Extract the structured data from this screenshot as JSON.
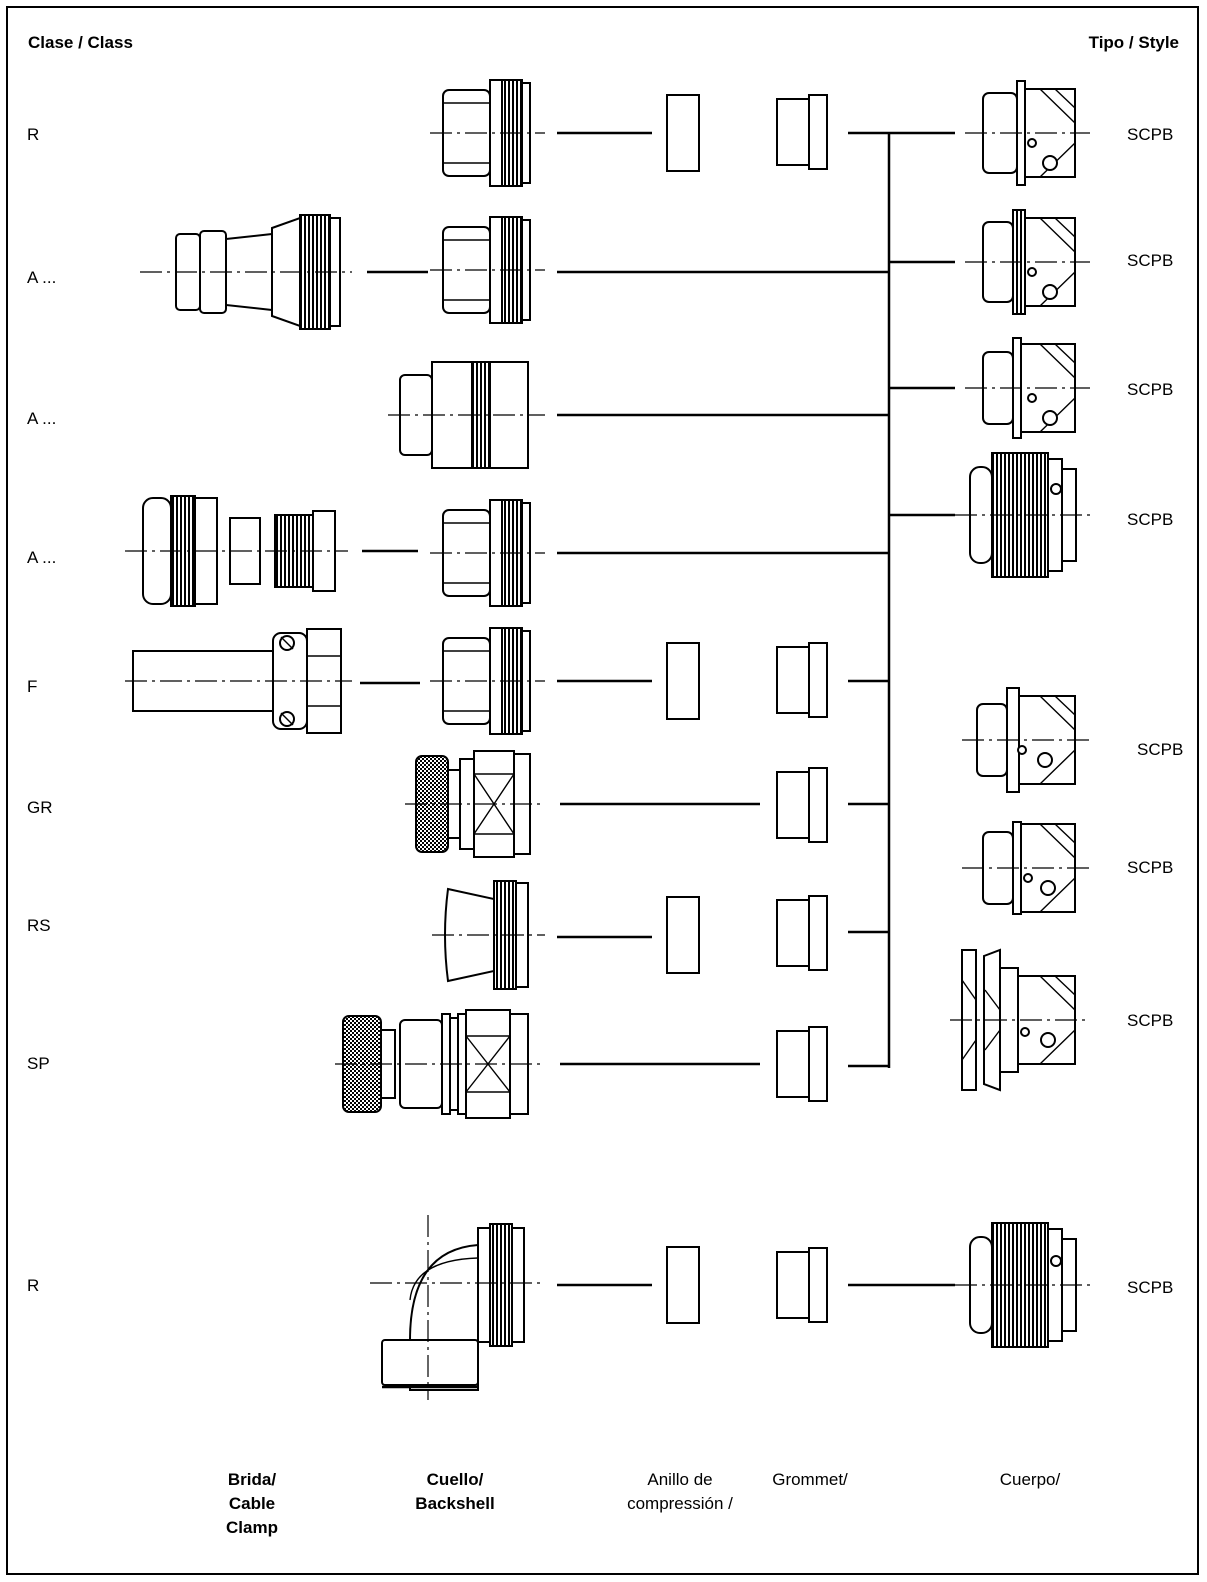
{
  "header": {
    "class_label": "Clase / Class",
    "style_label": "Tipo / Style"
  },
  "rows": [
    {
      "class": "R"
    },
    {
      "class": "A ..."
    },
    {
      "class": "A ..."
    },
    {
      "class": "A ..."
    },
    {
      "class": "F"
    },
    {
      "class": "GR"
    },
    {
      "class": "RS"
    },
    {
      "class": "SP"
    },
    {
      "class": "R"
    }
  ],
  "styles": [
    "SCPB",
    "SCPB",
    "SCPB",
    "SCPB",
    "SCPB",
    "SCPB",
    "SCPB",
    "SCPB"
  ],
  "columns": {
    "cable_clamp": [
      "Brida/",
      "Cable",
      "Clamp"
    ],
    "backshell": [
      "Cuello/",
      "Backshell"
    ],
    "compression_ring": [
      "Anillo de",
      "compressión /"
    ],
    "grommet": [
      "Grommet/"
    ],
    "body": [
      "Cuerpo/"
    ]
  }
}
